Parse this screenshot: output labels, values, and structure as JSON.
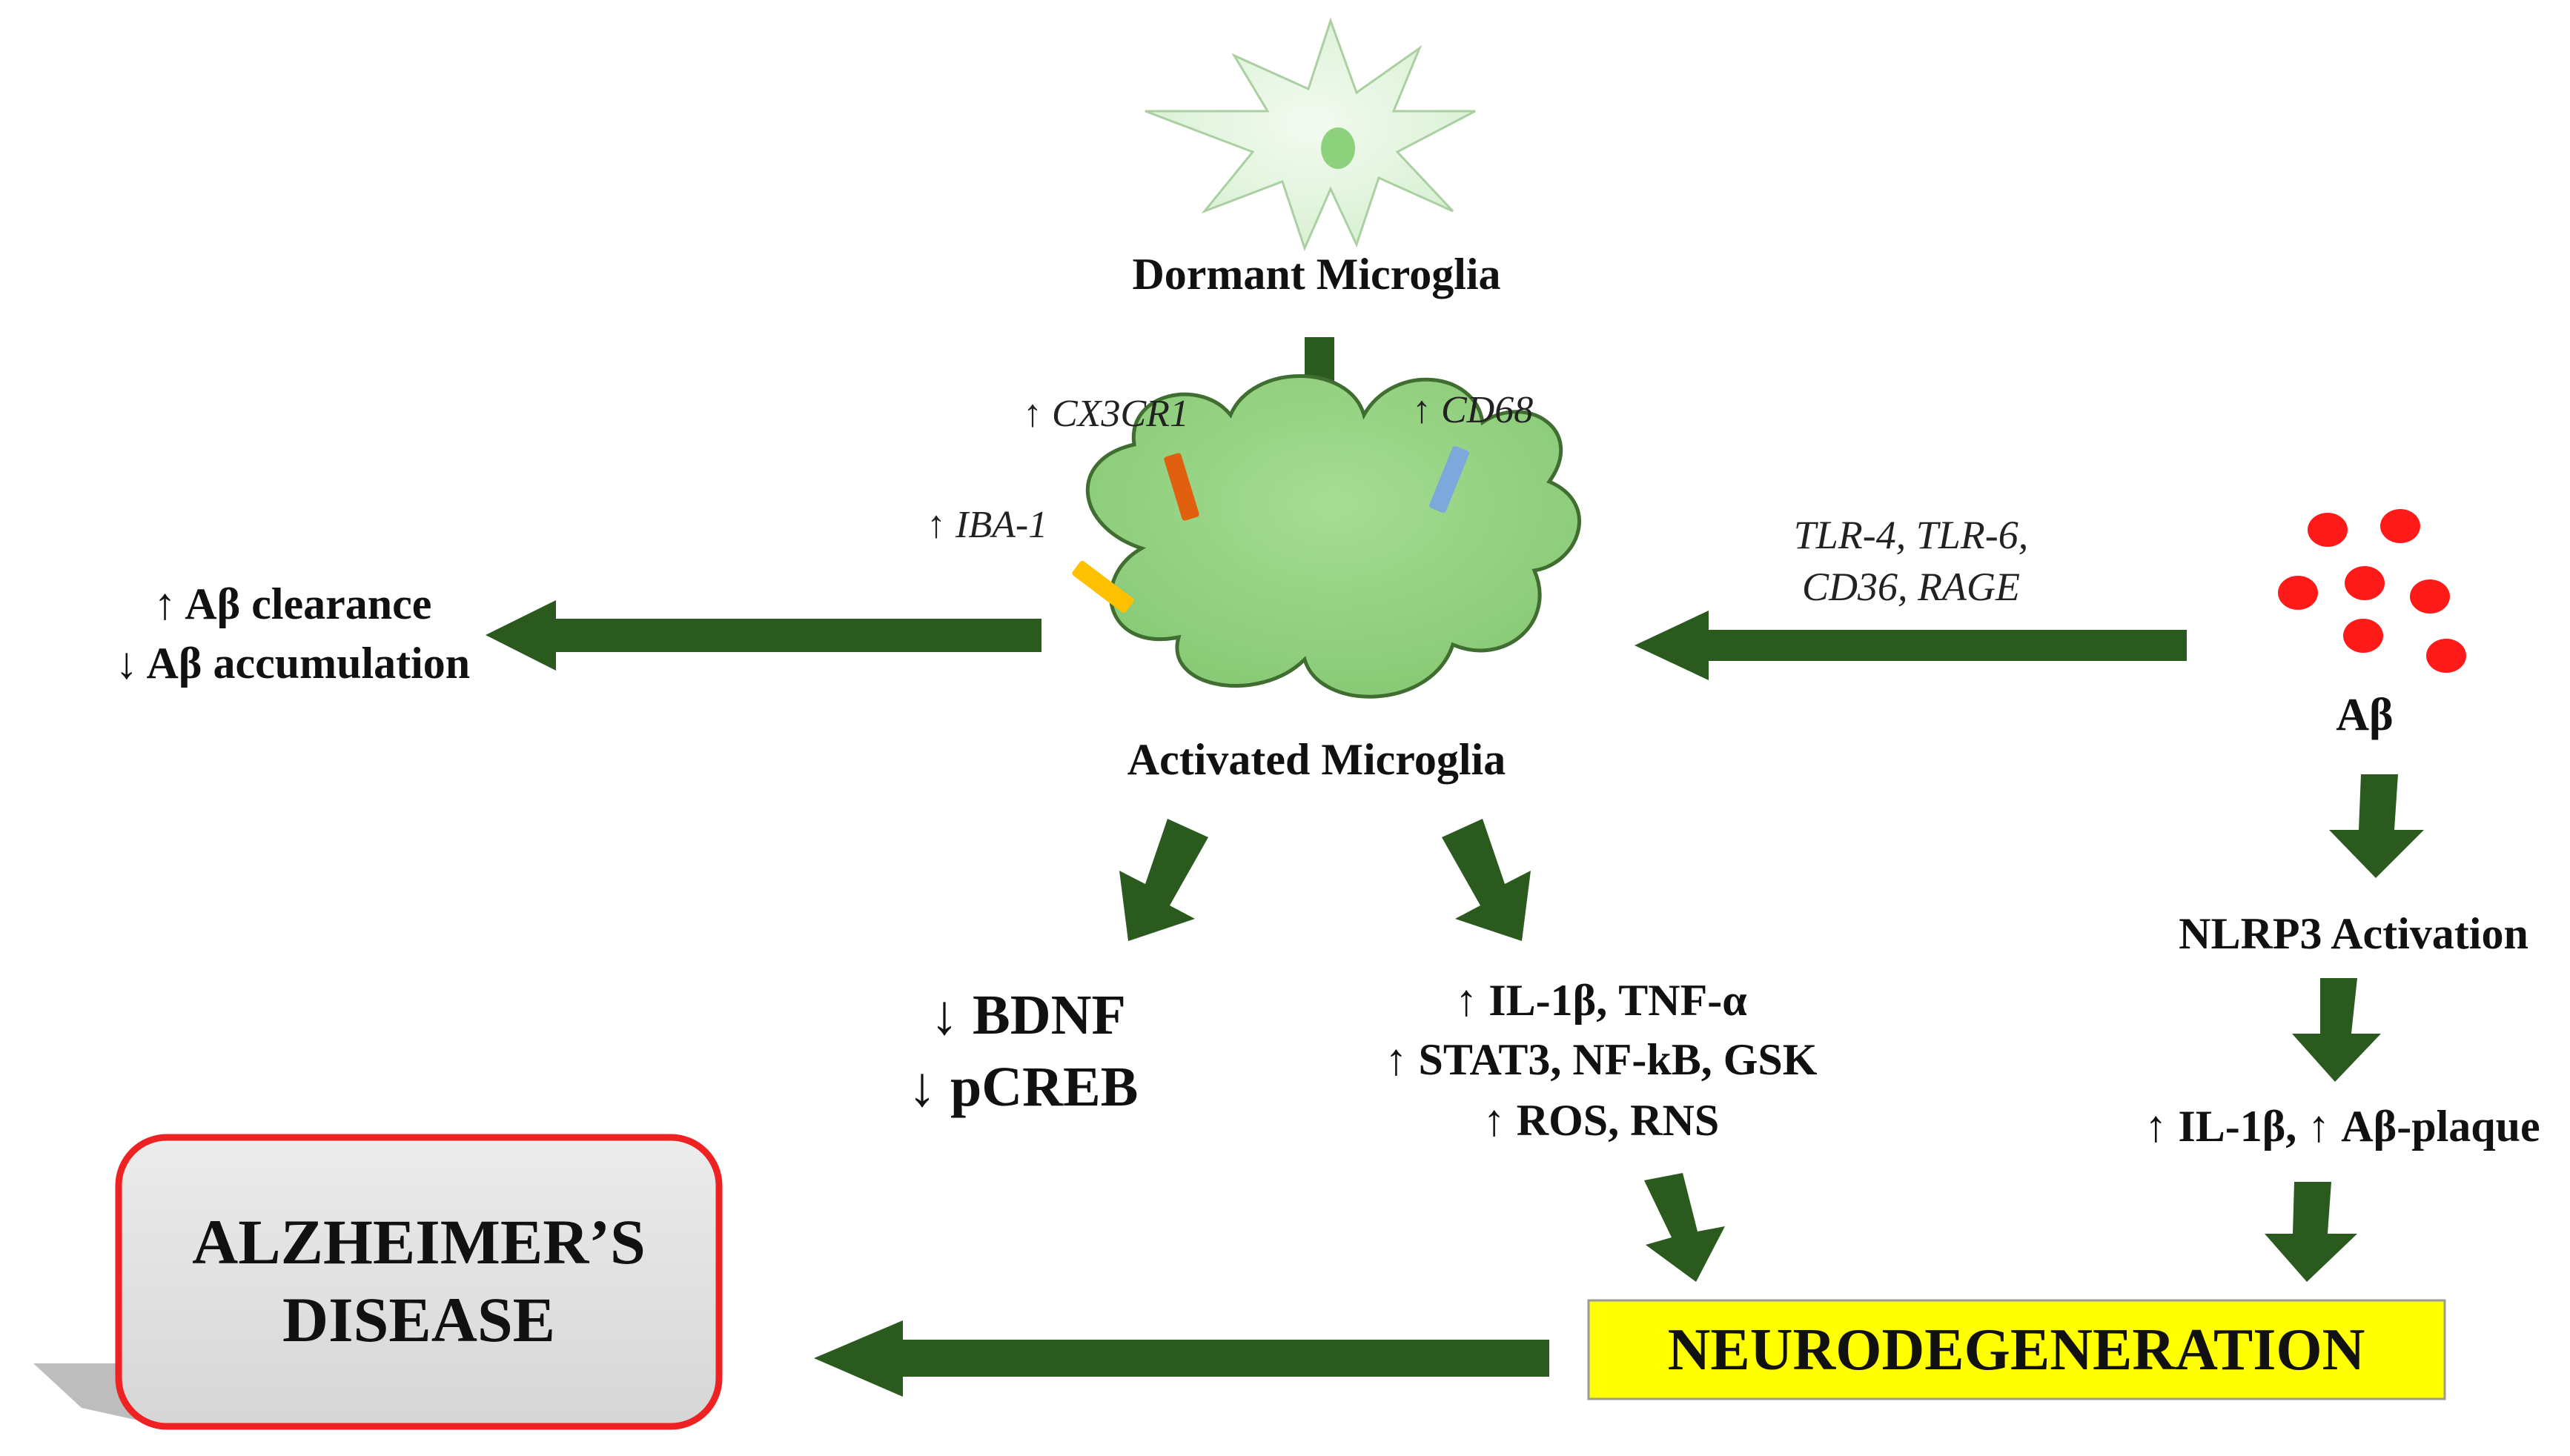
{
  "colors": {
    "arrow": "#2a5a1e",
    "microglia_fill": "#8fd07a",
    "dormant_fill": "#e6f6e3",
    "abeta_dot": "#ff1a1a",
    "neuro_box": "#ffff00",
    "ad_border": "#ee2222",
    "ad_fill": "#e0e0e0"
  },
  "nodes": {
    "dormant": "Dormant Microglia",
    "activated": "Activated Microglia",
    "abeta": "Aβ",
    "nlrp3": "NLRP3 Activation",
    "nlrp3_effect": "↑ IL-1β, ↑ Aβ-plaque",
    "neurodegeneration": "NEURODEGENERATION",
    "ad_line1": "ALZHEIMER’S",
    "ad_line2": "DISEASE"
  },
  "markers": {
    "cx3cr1": "↑ CX3CR1",
    "cd68": "↑ CD68",
    "iba1": "↑ IBA-1"
  },
  "receptors": {
    "line1": "TLR-4, TLR-6,",
    "line2": "CD36, RAGE"
  },
  "left_effects": {
    "line1": "↑ Aβ clearance",
    "line2": "↓ Aβ accumulation"
  },
  "trophic": {
    "line1": "↓ BDNF",
    "line2": "↓ pCREB"
  },
  "inflammation": {
    "line1": "↑ IL-1β, TNF-α",
    "line2": "↑ STAT3, NF-kB, GSK",
    "line3": "↑ ROS,  RNS"
  }
}
